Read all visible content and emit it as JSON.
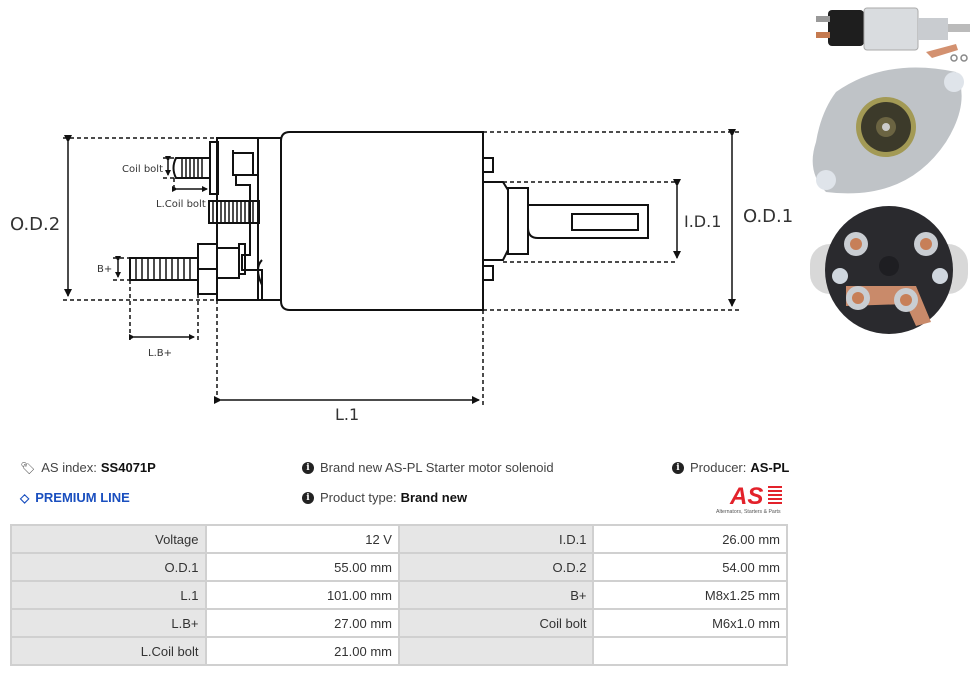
{
  "diagram": {
    "labels": {
      "od2": "O.D.2",
      "od1": "O.D.1",
      "id1": "I.D.1",
      "l1": "L.1",
      "coil_bolt": "Coil bolt",
      "l_coil_bolt": "L.Coil bolt",
      "b_plus": "B+",
      "l_b_plus": "L.B+"
    }
  },
  "photos": [
    {
      "name": "side-view-photo",
      "alt": "Solenoid side view"
    },
    {
      "name": "front-flange-photo",
      "alt": "Solenoid front flange"
    },
    {
      "name": "rear-terminals-photo",
      "alt": "Solenoid rear terminals"
    }
  ],
  "info": {
    "as_index_label": "AS index:",
    "as_index_value": "SS4071P",
    "premium_line": "PREMIUM LINE",
    "description": "Brand new AS-PL Starter motor solenoid",
    "product_type_label": "Product type:",
    "product_type_value": "Brand new",
    "producer_label": "Producer:",
    "producer_value": "AS-PL",
    "logo_text": "AS",
    "logo_tagline": "Alternators, Starters & Parts"
  },
  "colors": {
    "premium": "#1a4fbf",
    "logo_red": "#e3222b",
    "label_bg": "#e6e6e6",
    "border": "#d0d0d0"
  },
  "specs": [
    {
      "label1": "Voltage",
      "value1": "12 V",
      "label2": "I.D.1",
      "value2": "26.00 mm"
    },
    {
      "label1": "O.D.1",
      "value1": "55.00 mm",
      "label2": "O.D.2",
      "value2": "54.00 mm"
    },
    {
      "label1": "L.1",
      "value1": "101.00 mm",
      "label2": "B+",
      "value2": "M8x1.25 mm"
    },
    {
      "label1": "L.B+",
      "value1": "27.00 mm",
      "label2": "Coil bolt",
      "value2": "M6x1.0 mm"
    },
    {
      "label1": "L.Coil bolt",
      "value1": "21.00 mm",
      "label2": "",
      "value2": ""
    }
  ]
}
